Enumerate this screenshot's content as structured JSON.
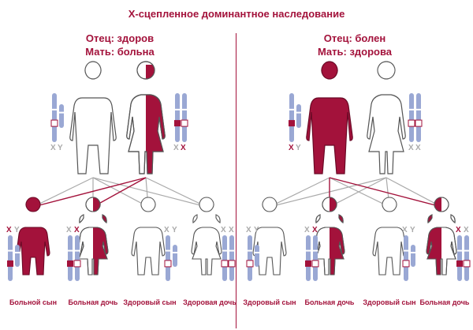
{
  "title": "Х-сцепленное доминантное наследование",
  "colors": {
    "affected": "#a3123b",
    "healthy_fill": "#ffffff",
    "outline": "#555555",
    "chromosome": "#9aa8d4",
    "line_healthy": "#aaaaaa"
  },
  "left": {
    "father_label": "Отец: здоров",
    "mother_label": "Мать: больна",
    "father_chrom": {
      "x": "X",
      "y": "Y"
    },
    "mother_chrom": {
      "x1": "X",
      "x2": "X"
    },
    "children": [
      {
        "label": "Больной сын",
        "status": "affected"
      },
      {
        "label": "Больная дочь",
        "status": "carrier-half"
      },
      {
        "label": "Здоровый сын",
        "status": "healthy"
      },
      {
        "label": "Здоровая дочь",
        "status": "healthy"
      }
    ]
  },
  "right": {
    "father_label": "Отец: болен",
    "mother_label": "Мать: здорова",
    "father_chrom": {
      "x": "X",
      "y": "Y"
    },
    "mother_chrom": {
      "x1": "X",
      "x2": "X"
    },
    "children": [
      {
        "label": "Здоровый сын",
        "status": "healthy"
      },
      {
        "label": "Больная дочь",
        "status": "carrier-half"
      },
      {
        "label": "Здоровый сын",
        "status": "healthy"
      },
      {
        "label": "Больная дочь",
        "status": "carrier-half"
      }
    ]
  }
}
